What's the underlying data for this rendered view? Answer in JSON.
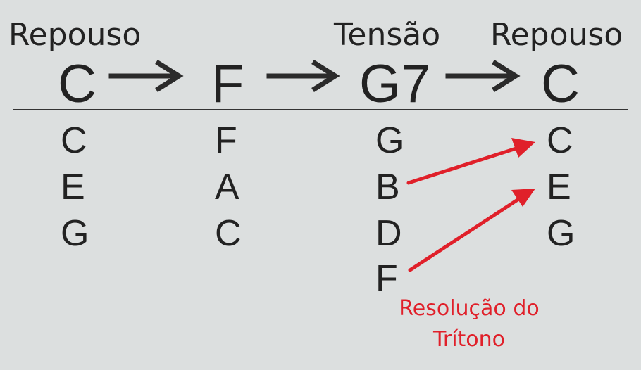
{
  "labels": {
    "rest_left": "Repouso",
    "tension": "Tensão",
    "rest_right": "Repouso"
  },
  "chords": [
    "C",
    "F",
    "G7",
    "C"
  ],
  "columns": [
    [
      "C",
      "E",
      "G"
    ],
    [
      "F",
      "A",
      "C"
    ],
    [
      "G",
      "B",
      "D",
      "F"
    ],
    [
      "C",
      "E",
      "G"
    ]
  ],
  "annotation": {
    "line1": "Resolução do",
    "line2": "Trítono"
  },
  "colors": {
    "background": "#dcdfdf",
    "text": "#222222",
    "progression_arrow": "#2b2b2b",
    "resolution_arrow": "#e0202a",
    "annotation_text": "#e0202a"
  },
  "icons": {
    "progression": "right-arrow-icon",
    "resolution": "red-arrow-icon"
  }
}
